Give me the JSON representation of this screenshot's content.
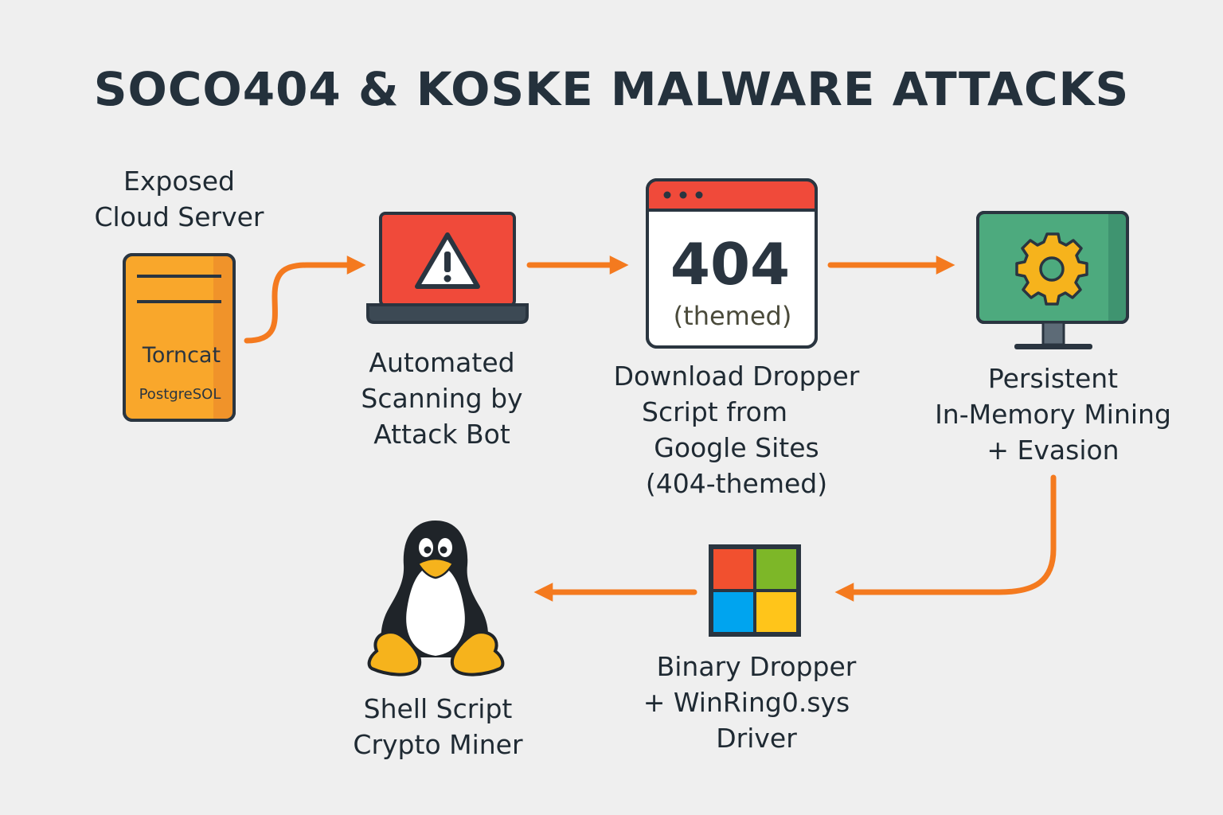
{
  "title": "SOCO404 & KOSKE MALWARE ATTACKS",
  "colors": {
    "arrow": "#f47a1f",
    "server": "#f9a72b",
    "alert_red": "#f04a3a",
    "monitor_green": "#4daa7e",
    "gear": "#f6b31c",
    "outline": "#2a3540"
  },
  "nodes": {
    "server": {
      "label": [
        "Exposed",
        "Cloud Server"
      ],
      "tomcat": "Torncat",
      "postgres": "PostgreSOL",
      "icon": "server-icon"
    },
    "scanner": {
      "label": [
        "Automated",
        "Scanning by",
        "Attack Bot"
      ],
      "icon": "laptop-warning-icon"
    },
    "dropper": {
      "page_code": "404",
      "page_sub": "(themed)",
      "label": [
        "Download Dropper",
        "Script from",
        "Google Sites",
        "(404-themed)"
      ],
      "icon": "browser-window-icon"
    },
    "mining": {
      "label": [
        "Persistent",
        "In-Memory Mining",
        "+ Evasion"
      ],
      "icon": "monitor-gear-icon"
    },
    "binary": {
      "label": [
        "Binary Dropper",
        "+ WinRing0.sys",
        "Driver"
      ],
      "icon": "windows-logo-icon"
    },
    "shell": {
      "label": [
        "Shell Script",
        "Crypto Miner"
      ],
      "icon": "linux-penguin-icon"
    }
  }
}
